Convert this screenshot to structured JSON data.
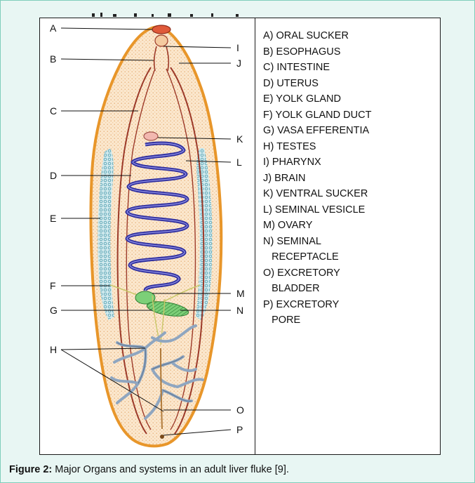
{
  "figure": {
    "labels": {
      "A": "A",
      "B": "B",
      "C": "C",
      "D": "D",
      "E": "E",
      "F": "F",
      "G": "G",
      "H": "H",
      "I": "I",
      "J": "J",
      "K": "K",
      "L": "L",
      "M": "M",
      "N": "N",
      "O": "O",
      "P": "P"
    },
    "legend": [
      "A) ORAL SUCKER",
      "B) ESOPHAGUS",
      "C) INTESTINE",
      "D) UTERUS",
      "E) YOLK GLAND",
      "F) YOLK GLAND DUCT",
      "G) VASA EFFERENTIA",
      "H) TESTES",
      "I) PHARYNX",
      "J) BRAIN",
      "K) VENTRAL SUCKER",
      "L) SEMINAL VESICLE",
      "M) OVARY",
      "N) SEMINAL",
      "   RECEPTACLE",
      "O) EXCRETORY",
      "   BLADDER",
      "P) EXCRETORY",
      "   PORE"
    ]
  },
  "caption": {
    "label": "Figure 2:",
    "text": " Major Organs and systems in an adult liver fluke [9]."
  },
  "colors": {
    "body_outline": "#e8962a",
    "body_fill": "#f8e2c4",
    "intestine": "#9c3a2a",
    "uterus": "#2f2f9e",
    "yolk_gland": "#5aa6b5",
    "ovary": "#4caf50",
    "testes": "#8fa6c0",
    "frame_bg": "#e8f6f3",
    "frame_border": "#7fcdbb"
  }
}
